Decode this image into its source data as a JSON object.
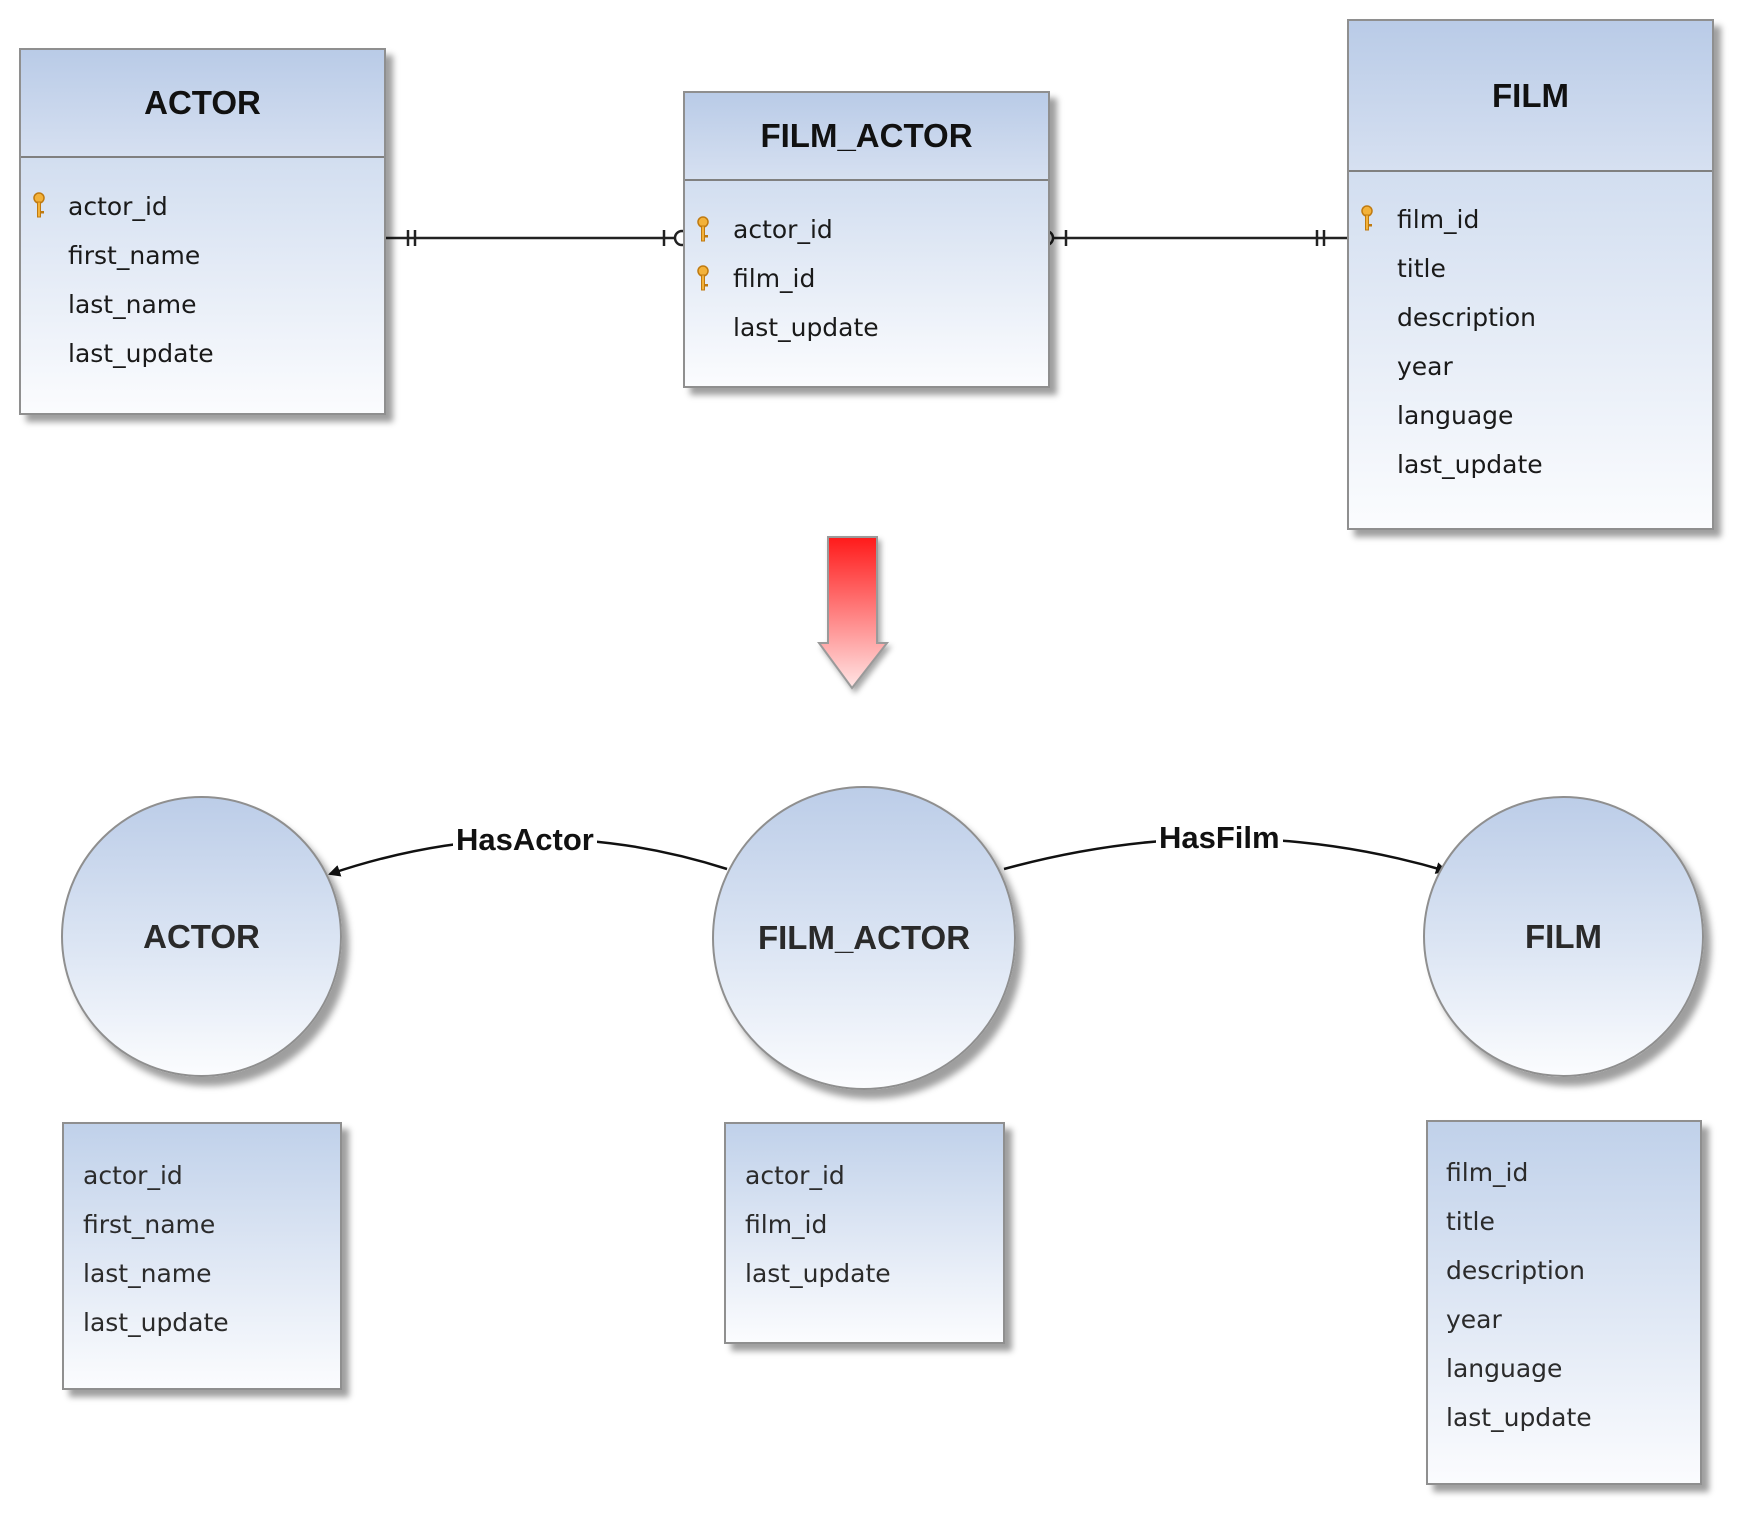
{
  "er_diagram": {
    "entities": [
      {
        "name": "ACTOR",
        "fields": [
          "actor_id",
          "first_name",
          "last_name",
          "last_update"
        ],
        "key_fields": [
          "actor_id"
        ]
      },
      {
        "name": "FILM_ACTOR",
        "fields": [
          "actor_id",
          "film_id",
          "last_update"
        ],
        "key_fields": [
          "actor_id",
          "film_id"
        ]
      },
      {
        "name": "FILM",
        "fields": [
          "film_id",
          "title",
          "description",
          "year",
          "language",
          "last_update"
        ],
        "key_fields": [
          "film_id"
        ]
      }
    ],
    "relationships": [
      {
        "from": "ACTOR",
        "to": "FILM_ACTOR",
        "from_end": "one-and-only-one",
        "to_end": "zero-or-one"
      },
      {
        "from": "FILM_ACTOR",
        "to": "FILM",
        "from_end": "zero-or-one",
        "to_end": "one-and-only-one"
      }
    ]
  },
  "transform_arrow": {
    "color": "#ff1a1a",
    "direction": "down"
  },
  "graph_diagram": {
    "nodes": [
      {
        "name": "ACTOR",
        "attributes": [
          "actor_id",
          "first_name",
          "last_name",
          "last_update"
        ]
      },
      {
        "name": "FILM_ACTOR",
        "attributes": [
          "actor_id",
          "film_id",
          "last_update"
        ]
      },
      {
        "name": "FILM",
        "attributes": [
          "film_id",
          "title",
          "description",
          "year",
          "language",
          "last_update"
        ]
      }
    ],
    "edges": [
      {
        "label": "HasActor",
        "from": "FILM_ACTOR",
        "to": "ACTOR"
      },
      {
        "label": "HasFilm",
        "from": "FILM_ACTOR",
        "to": "FILM"
      }
    ]
  },
  "colors": {
    "box_gradient_top": "#c0d1ea",
    "box_gradient_bottom": "#fbfcfe",
    "key_icon": "#f0a020",
    "arrow_red": "#ff1a1a"
  },
  "icons": {
    "primary_key": "key-icon"
  }
}
